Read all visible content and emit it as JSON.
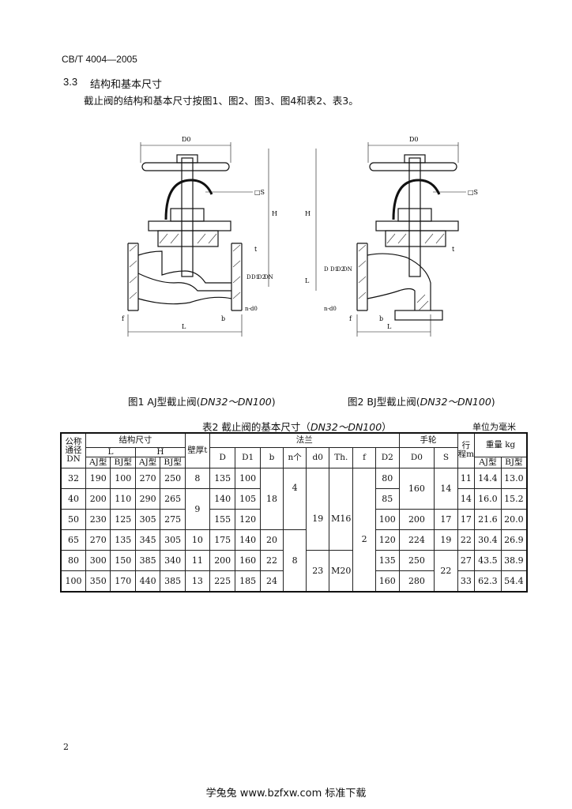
{
  "header": {
    "standard_code": "CB/T 4004—2005"
  },
  "section": {
    "number": "3.3",
    "title": "结构和基本尺寸",
    "body": "截止阀的结构和基本尺寸按图1、图2、图3、图4和表2、表3。"
  },
  "figures": [
    {
      "caption_prefix": "图1  AJ型截止阀(",
      "range": "DN32～DN100",
      "caption_suffix": ")",
      "labels": {
        "Do": "D0",
        "H": "H",
        "S": "□S",
        "L": "L",
        "b": "b",
        "f": "f",
        "nd": "n-d0",
        "D": "D",
        "D1": "D1",
        "D2": "D2",
        "DN": "DN",
        "t": "t"
      }
    },
    {
      "caption_prefix": "图2  BJ型截止阀(",
      "range": "DN32～DN100",
      "caption_suffix": ")",
      "labels": {
        "Do": "D0",
        "H": "H",
        "S": "□S",
        "L": "L",
        "b": "b",
        "f": "f",
        "nd": "n-d0",
        "D": "D",
        "D1": "D1",
        "D2": "D2",
        "DN": "DN",
        "t": "t"
      }
    }
  ],
  "table": {
    "title_prefix": "表2   截止阀的基本尺寸（",
    "title_range": "DN32～DN100",
    "title_suffix": "）",
    "unit": "单位为毫米",
    "headers": {
      "dn": "公称通径DN",
      "structure": "结构尺寸",
      "L": "L",
      "H": "H",
      "AJ": "AJ型",
      "BJ": "BJ型",
      "wall": "壁厚t",
      "flange": "法兰",
      "D": "D",
      "D1": "D1",
      "b": "b",
      "n": "n个",
      "d0": "d0",
      "th": "Th.",
      "f": "f",
      "D2": "D2",
      "handwheel": "手轮",
      "D0": "D0",
      "S": "S",
      "stroke": "行程m",
      "weight": "重量 kg"
    },
    "rows": [
      {
        "dn": "32",
        "L_AJ": "190",
        "L_BJ": "100",
        "H_AJ": "270",
        "H_BJ": "250",
        "D": "135",
        "D1": "100",
        "D2": "80",
        "m": "11",
        "W_AJ": "14.4",
        "W_BJ": "13.0"
      },
      {
        "dn": "40",
        "L_AJ": "200",
        "L_BJ": "110",
        "H_AJ": "290",
        "H_BJ": "265",
        "D": "140",
        "D1": "105",
        "D2": "85",
        "m": "14",
        "W_AJ": "16.0",
        "W_BJ": "15.2"
      },
      {
        "dn": "50",
        "L_AJ": "230",
        "L_BJ": "125",
        "H_AJ": "305",
        "H_BJ": "275",
        "D": "155",
        "D1": "120",
        "D2": "100",
        "m": "17",
        "W_AJ": "21.6",
        "W_BJ": "20.0"
      },
      {
        "dn": "65",
        "L_AJ": "270",
        "L_BJ": "135",
        "H_AJ": "345",
        "H_BJ": "305",
        "D": "175",
        "D1": "140",
        "D2": "120",
        "m": "22",
        "W_AJ": "30.4",
        "W_BJ": "26.9"
      },
      {
        "dn": "80",
        "L_AJ": "300",
        "L_BJ": "150",
        "H_AJ": "385",
        "H_BJ": "340",
        "D": "200",
        "D1": "160",
        "D2": "135",
        "m": "27",
        "W_AJ": "43.5",
        "W_BJ": "38.9"
      },
      {
        "dn": "100",
        "L_AJ": "350",
        "L_BJ": "170",
        "H_AJ": "440",
        "H_BJ": "385",
        "D": "225",
        "D1": "185",
        "D2": "160",
        "m": "33",
        "W_AJ": "62.3",
        "W_BJ": "54.4"
      }
    ],
    "merged": {
      "t_32": "8",
      "t_40_50": "9",
      "t_65": "10",
      "t_80": "11",
      "t_100": "13",
      "b_32_50": "18",
      "b_65": "20",
      "b_80": "22",
      "b_100": "24",
      "n_32_50": "4",
      "n_65_100": "8",
      "d0_40_65": "19",
      "d0_80_100": "23",
      "th_40_65": "M16",
      "th_80_100": "M20",
      "f_all": "2",
      "D0_32_40": "160",
      "D0_50": "200",
      "D0_65": "224",
      "D0_80": "250",
      "D0_100": "280",
      "S_32": "14",
      "S_40": "14",
      "S_50": "17",
      "S_65": "19",
      "S_80_100": "22"
    }
  },
  "page_number": "2",
  "footer": "学兔兔 www.bzfxw.com 标准下载"
}
